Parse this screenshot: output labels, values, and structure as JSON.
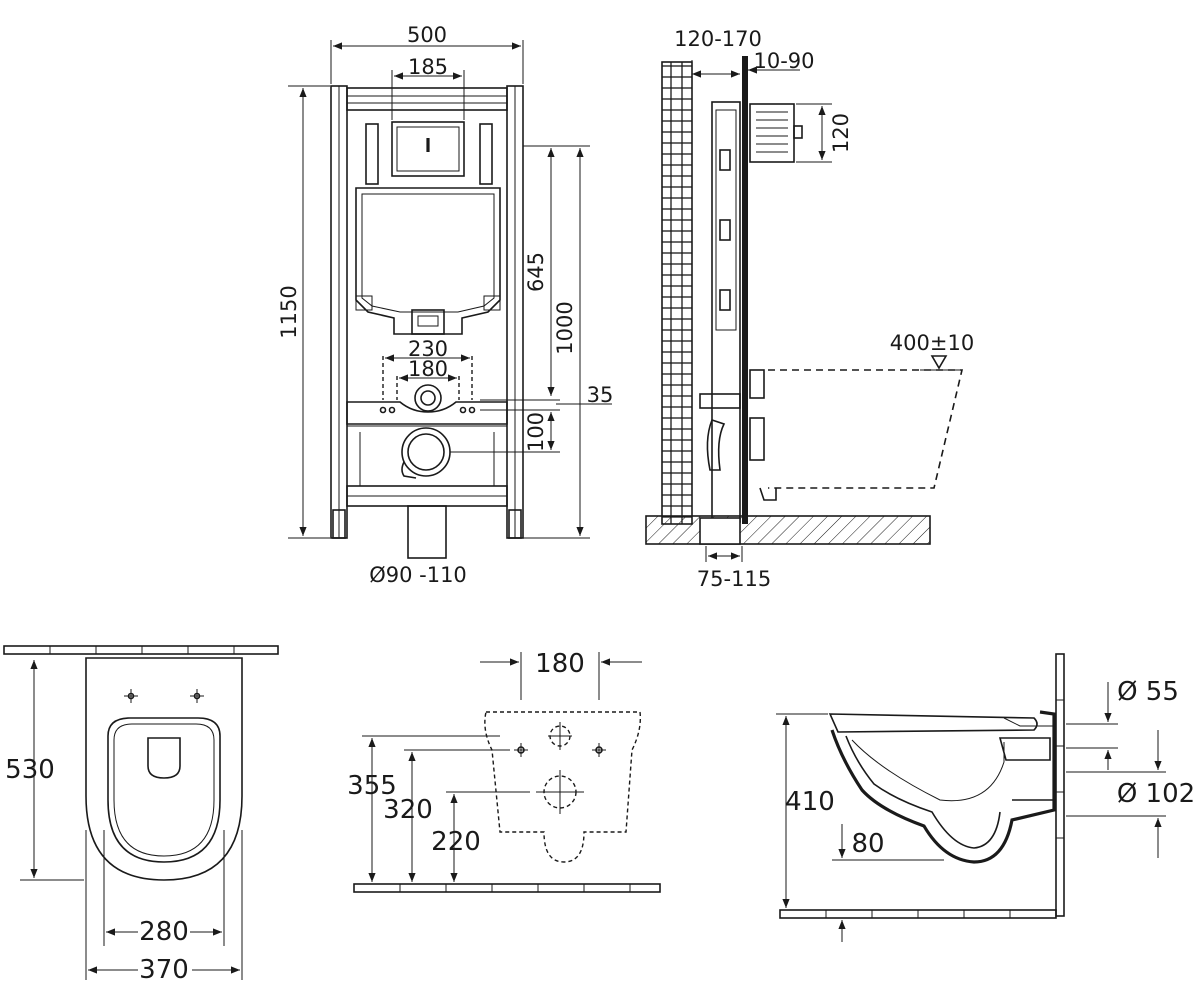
{
  "dimensions": {
    "frame_width": "500",
    "flush_width": "185",
    "frame_height": "1150",
    "height_645": "645",
    "height_1000": "1000",
    "fix_230": "230",
    "fix_180": "180",
    "offset_35": "35",
    "height_100": "100",
    "drain_diameter": "Ø90 -110",
    "wall_depth": "120-170",
    "panel_offset": "10-90",
    "inlet_height": "120",
    "seat_height": "400±10",
    "floor_depth": "75-115",
    "bowl_length": "530",
    "bowl_280": "280",
    "bowl_370": "370",
    "mount_180": "180",
    "mount_355": "355",
    "mount_320": "320",
    "mount_220": "220",
    "side_410": "410",
    "side_80": "80",
    "inlet_55": "Ø 55",
    "outlet_102": "Ø 102"
  },
  "colors": {
    "line": "#1a1a1a",
    "background": "#ffffff"
  }
}
